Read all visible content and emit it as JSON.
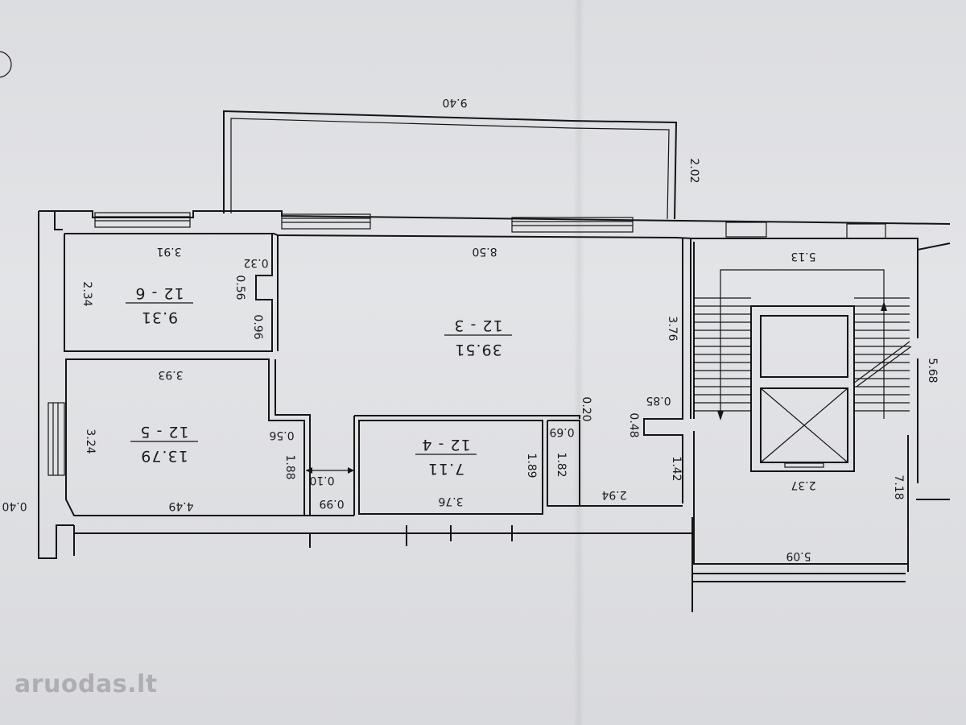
{
  "dimensions": {
    "balcony_length": "9.40",
    "balcony_depth": "2.02",
    "r6_width": "3.91",
    "r6_side": "2.34",
    "r6_nook_a": "0.32",
    "r6_nook_b": "0.56",
    "r6_nook_c": "0.96",
    "r5_width": "3.93",
    "r5_side": "3.24",
    "r5_nook": "0.56",
    "r5_bottom": "4.49",
    "outer_offset": "0.40",
    "r3_width": "8.50",
    "r3_side": "3.76",
    "r3_step_a": "0.85",
    "r3_step_b": "0.20",
    "r3_step_c": "0.69",
    "r3_step_d": "0.48",
    "corridor_len": "1.88",
    "corridor_gap": "0.10",
    "corridor_w": "0.99",
    "r4_width": "3.76",
    "r4_side": "1.89",
    "bath_side": "1.82",
    "bath_width": "2.94",
    "door_step": "1.42",
    "stair_top": "5.13",
    "stair_side": "5.68",
    "hall_side": "7.18",
    "lift_width": "2.37",
    "hall_bottom": "5.09"
  },
  "rooms": {
    "r6_id": "12 - 6",
    "r6_area": "9.31",
    "r5_id": "12 - 5",
    "r5_area": "13.79",
    "r3_id": "12 - 3",
    "r3_area": "39.51",
    "r4_id": "12 - 4",
    "r4_area": "7.11"
  },
  "watermark": "aruodas.lt"
}
